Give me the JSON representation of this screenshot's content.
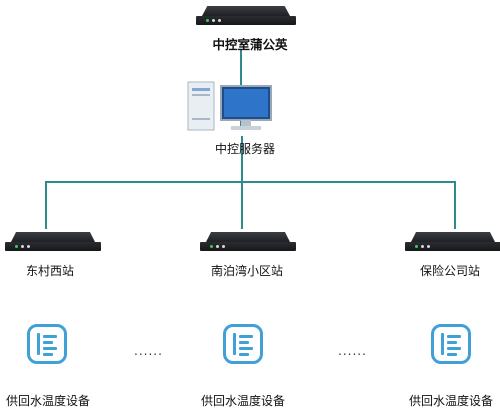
{
  "central": {
    "title": "中控室蒲公英"
  },
  "server": {
    "label": "中控服务器"
  },
  "stations": [
    {
      "label": "东村西站"
    },
    {
      "label": "南泊湾小区站"
    },
    {
      "label": "保险公司站"
    }
  ],
  "devices": [
    {
      "label": "供回水温度设备"
    },
    {
      "label": "供回水温度设备"
    },
    {
      "label": "供回水温度设备"
    }
  ],
  "ellipsis": "......",
  "colors": {
    "line": "#2e8a8c",
    "device": "#3fa1d8",
    "router": "#1e2024"
  }
}
